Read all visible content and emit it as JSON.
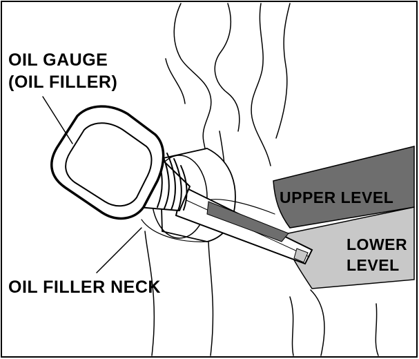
{
  "labels": {
    "oil_gauge_line1": "OIL GAUGE",
    "oil_gauge_line2": "(OIL FILLER)",
    "oil_filler_neck": "OIL FILLER NECK",
    "upper_level": "UPPER LEVEL",
    "lower_level_line1": "LOWER",
    "lower_level_line2": "LEVEL"
  },
  "colors": {
    "upper_band": "#6e6e6e",
    "lower_band": "#c8c8c8",
    "outline": "#000000",
    "background": "#ffffff"
  }
}
